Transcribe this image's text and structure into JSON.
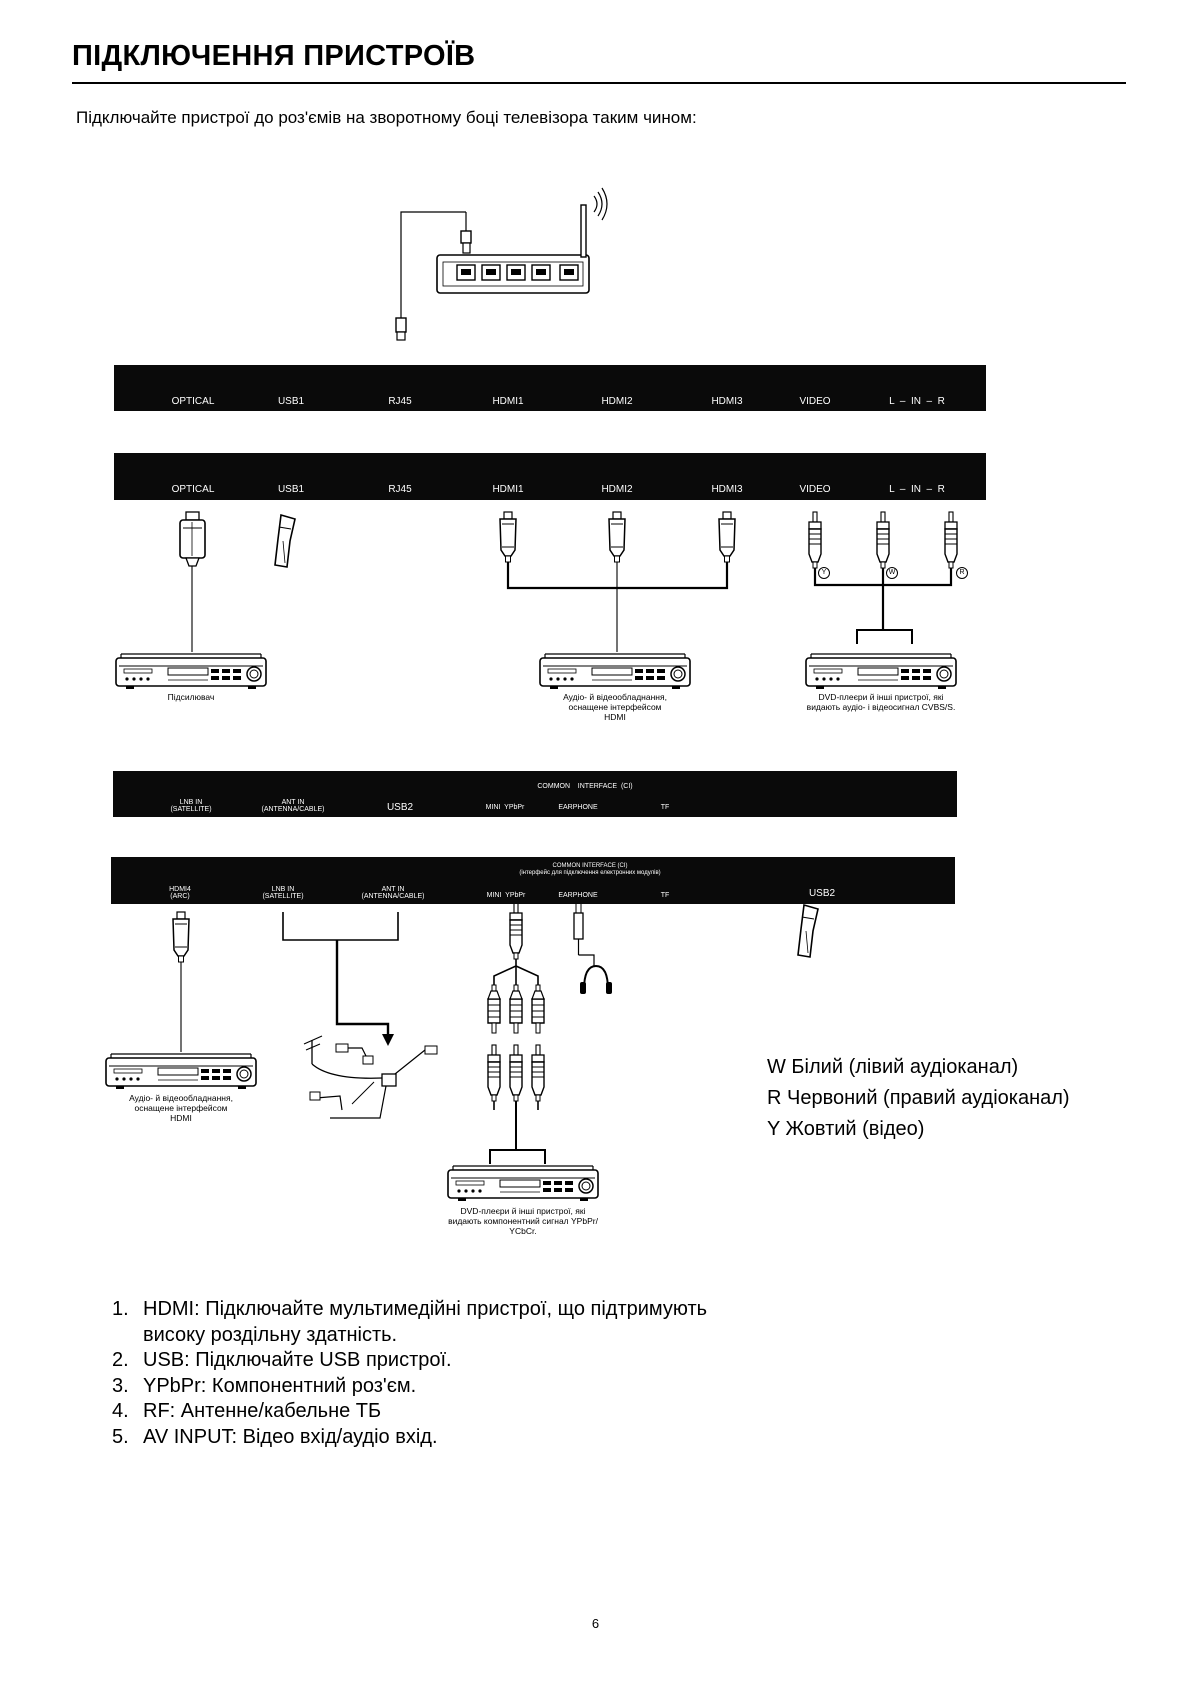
{
  "page": {
    "title": "ПІДКЛЮЧЕННЯ ПРИСТРОЇВ",
    "intro": "Підключайте пристрої до роз'ємів на зворотному боці телевізора таким чином:",
    "page_number": "6"
  },
  "panel_top": {
    "ports": [
      "OPTICAL",
      "USB1",
      "RJ45",
      "HDMI1",
      "HDMI2",
      "HDMI3",
      "VIDEO",
      "L  –  IN  –  R"
    ]
  },
  "panel_side_a": {
    "lnb": [
      "LNB IN",
      "(SATELLITE)"
    ],
    "ant": [
      "ANT IN",
      "(ANTENNA/CABLE)"
    ],
    "usb2": "USB2",
    "ci": "COMMON    INTERFACE  (CI)",
    "ypbpr": "MINI  YPbPr",
    "earphone": "EARPHONE",
    "tf": "TF"
  },
  "panel_side_b": {
    "hdmi4": [
      "HDMI4",
      "(ARC)"
    ],
    "lnb": [
      "LNB IN",
      "(SATELLITE)"
    ],
    "ant": [
      "ANT IN",
      "(ANTENNA/CABLE)"
    ],
    "ci": [
      "COMMON INTERFACE (CI)",
      "(інтерфейс для підключення електронних модулів)"
    ],
    "ypbpr": "MINI  YPbPr",
    "earphone": "EARPHONE",
    "tf": "TF",
    "usb2": "USB2"
  },
  "av_markers": [
    "Y",
    "W",
    "R"
  ],
  "captions": {
    "amplifier": "Підсилювач",
    "hdmi_device_1": [
      "Аудіо- й відеообладнання,",
      "оснащене інтерфейсом",
      "HDMI"
    ],
    "dvd_cvbs": [
      "DVD-плеєри й інші пристрої, які",
      "видають аудіо- і відеосигнал CVBS/S."
    ],
    "hdmi_device_2": [
      "Аудіо- й відеообладнання,",
      "оснащене інтерфейсом",
      "HDMI"
    ],
    "dvd_ypbpr": [
      "DVD-плеєри й інші пристрої, які",
      "видають компонентний сигнал YPbPr/",
      "YCbCr."
    ]
  },
  "legend": [
    "W Білий (лівий аудіоканал)",
    "R Червоний (правий аудіоканал)",
    "Y Жовтий (відео)"
  ],
  "notes": [
    {
      "num": "1.",
      "text": "HDMI: Підключайте мультимедійні пристрої, що підтримують",
      "cont": "високу роздільну здатність."
    },
    {
      "num": "2.",
      "text": "USB: Підключайте USB пристрої."
    },
    {
      "num": "3.",
      "text": "YPbPr: Компонентний роз'єм."
    },
    {
      "num": "4.",
      "text": "RF: Антенне/кабельне ТБ"
    },
    {
      "num": "5.",
      "text": "AV INPUT: Відео вхід/аудіо вхід."
    }
  ]
}
